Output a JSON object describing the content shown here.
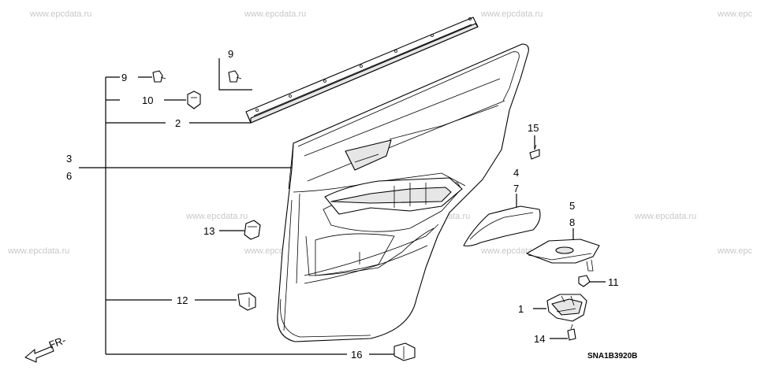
{
  "watermark_text": "www.epcdata.ru",
  "watermark_partial": "www.epc",
  "diagram_code": "SNA1B3920B",
  "front_arrow_label": "FR-",
  "callouts": {
    "c1": "1",
    "c2": "2",
    "c3": "3",
    "c4": "4",
    "c5": "5",
    "c6": "6",
    "c7": "7",
    "c8": "8",
    "c9a": "9",
    "c9b": "9",
    "c10": "10",
    "c11": "11",
    "c12": "12",
    "c13": "13",
    "c14": "14",
    "c15": "15",
    "c16": "16"
  }
}
